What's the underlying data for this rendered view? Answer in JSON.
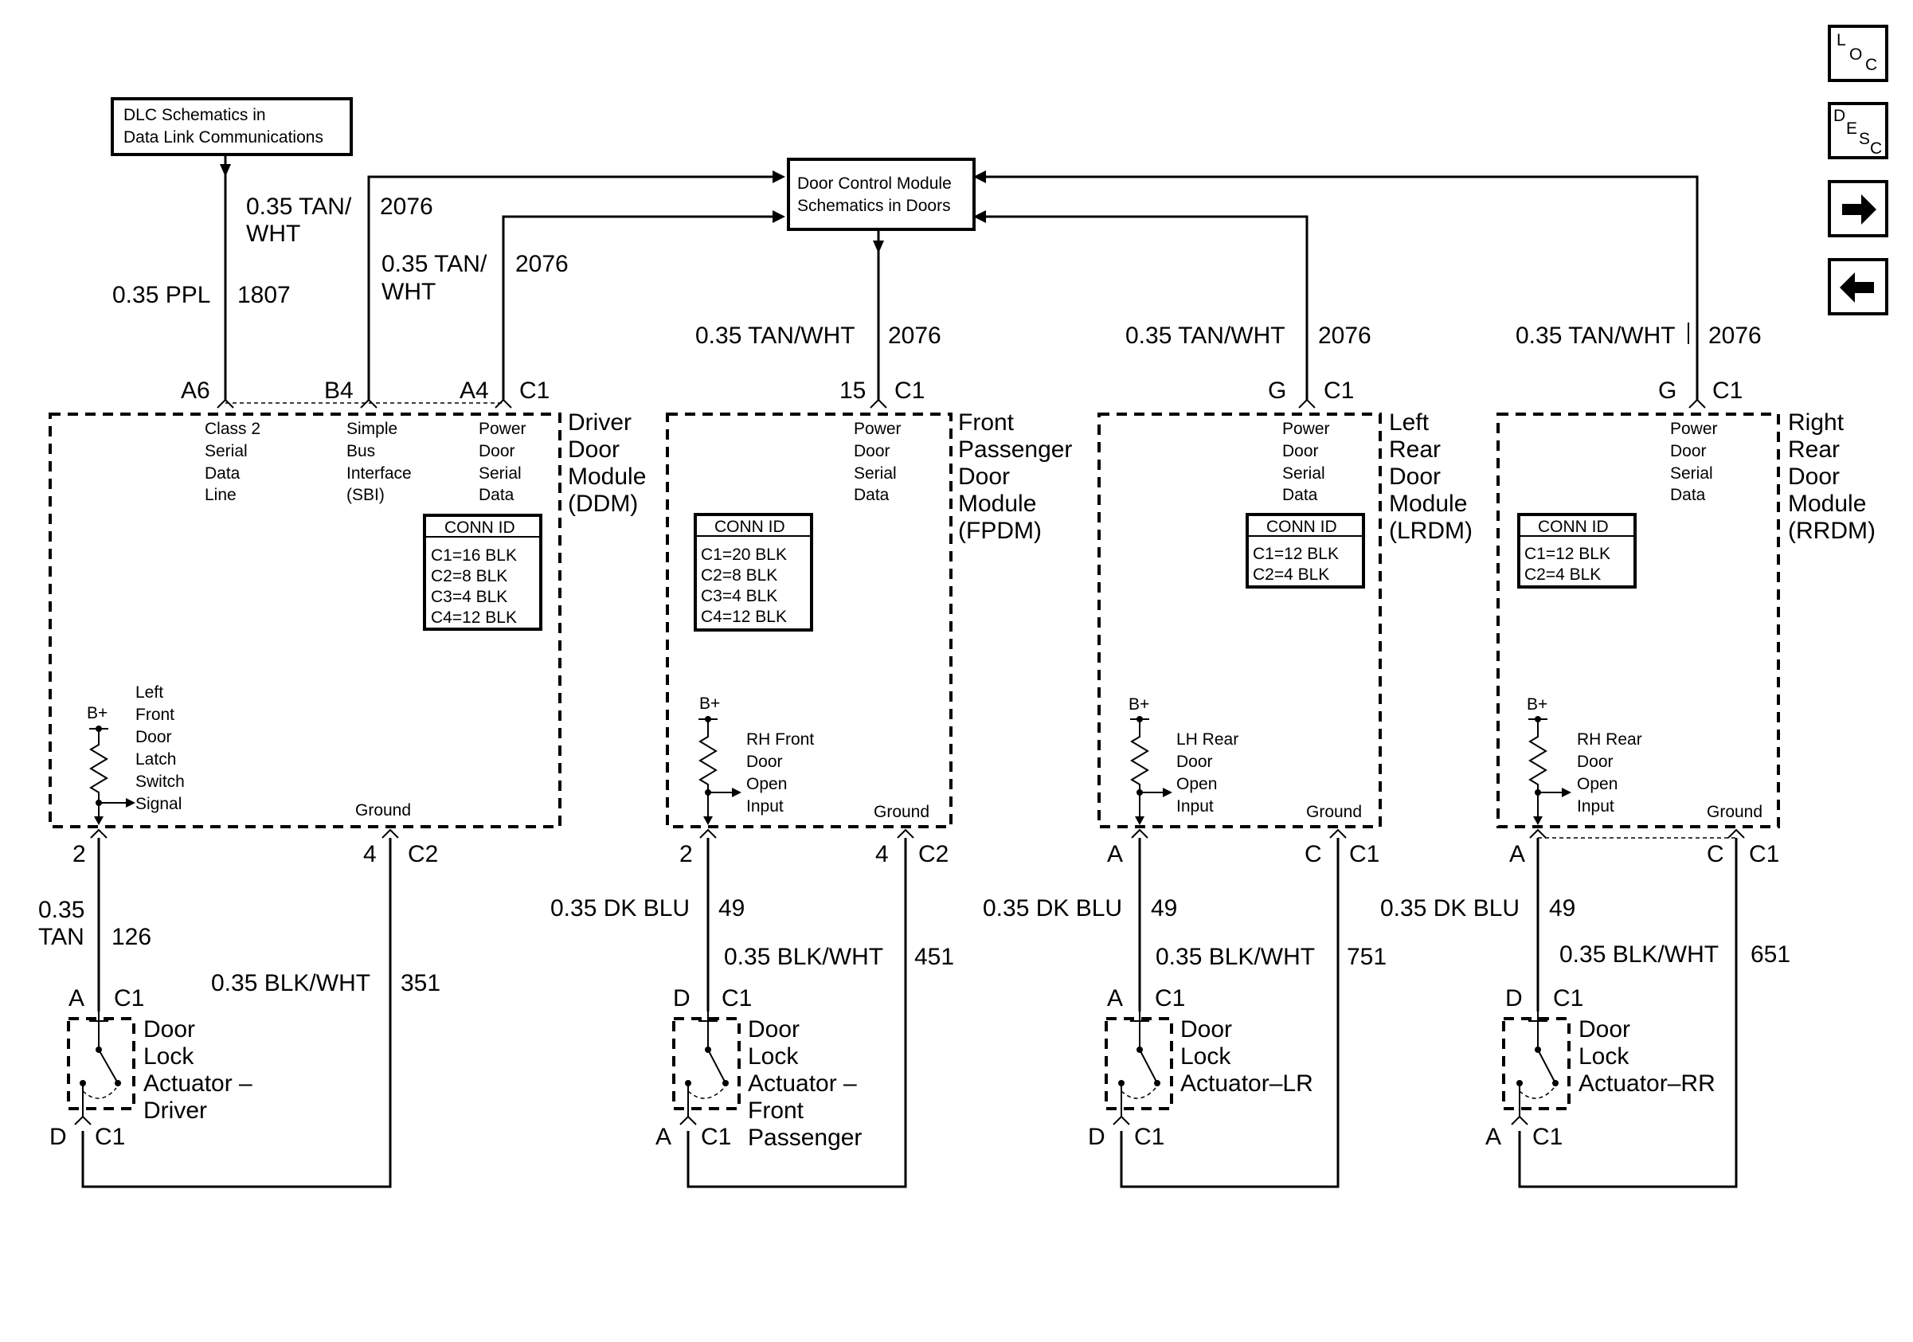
{
  "refs": {
    "dlc": [
      "DLC Schematics in",
      "Data Link Communications"
    ],
    "dcm": [
      "Door Control Module",
      "Schematics in Doors"
    ]
  },
  "nav": {
    "loc": {
      "l1": "L",
      "l2": "O",
      "l3": "C"
    },
    "desc": {
      "l1": "D",
      "l2": "E",
      "l3": "S",
      "l4": "C"
    }
  },
  "top_wires": {
    "w1807": {
      "color": "0.35 PPL",
      "circuit": "1807"
    },
    "wB4": {
      "color1": "0.35 TAN/",
      "color2": "WHT",
      "circuit": "2076"
    },
    "wA4": {
      "color1": "0.35 TAN/",
      "color2": "WHT",
      "circuit": "2076"
    },
    "wFP": {
      "color": "0.35 TAN/WHT",
      "circuit": "2076"
    },
    "wLR": {
      "color": "0.35 TAN/WHT",
      "circuit": "2076"
    },
    "wRR": {
      "color": "0.35 TAN/WHT",
      "circuit": "2076"
    }
  },
  "ddm": {
    "title": [
      "Driver",
      "Door",
      "Module",
      "(DDM)"
    ],
    "pins_top": {
      "a6": "A6",
      "b4": "B4",
      "a4": "A4",
      "conn": "C1"
    },
    "internal": {
      "class2": [
        "Class 2",
        "Serial",
        "Data",
        "Line"
      ],
      "sbi": [
        "Simple",
        "Bus",
        "Interface",
        "(SBI)"
      ],
      "pds": [
        "Power",
        "Door",
        "Serial",
        "Data"
      ]
    },
    "conn_id": {
      "header": "CONN ID",
      "rows": [
        "C1=16 BLK",
        "C2=8 BLK",
        "C3=4 BLK",
        "C4=12 BLK"
      ]
    },
    "bplus": "B+",
    "switch": [
      "Left",
      "Front",
      "Door",
      "Latch",
      "Switch",
      "Signal"
    ],
    "ground": "Ground",
    "pins_bottom": {
      "p2": "2",
      "p4": "4",
      "conn": "C2"
    },
    "signal_wire": {
      "color1": "0.35",
      "color2": "TAN",
      "circuit": "126"
    },
    "ground_wire": {
      "color": "0.35 BLK/WHT",
      "circuit": "351"
    },
    "actuator_top": {
      "pin": "A",
      "conn": "C1"
    },
    "actuator_bottom": {
      "pin": "D",
      "conn": "C1"
    },
    "actuator": [
      "Door",
      "Lock",
      "Actuator –",
      "Driver"
    ]
  },
  "fpdm": {
    "title": [
      "Front",
      "Passenger",
      "Door",
      "Module",
      "(FPDM)"
    ],
    "pins_top": {
      "pin": "15",
      "conn": "C1"
    },
    "internal": [
      "Power",
      "Door",
      "Serial",
      "Data"
    ],
    "conn_id": {
      "header": "CONN ID",
      "rows": [
        "C1=20 BLK",
        "C2=8 BLK",
        "C3=4 BLK",
        "C4=12 BLK"
      ]
    },
    "bplus": "B+",
    "switch": [
      "RH Front",
      "Door",
      "Open",
      "Input"
    ],
    "ground": "Ground",
    "pins_bottom": {
      "p1": "2",
      "p2": "4",
      "conn": "C2"
    },
    "signal_wire": {
      "color": "0.35 DK BLU",
      "circuit": "49"
    },
    "ground_wire": {
      "color": "0.35 BLK/WHT",
      "circuit": "451"
    },
    "actuator_top": {
      "pin": "D",
      "conn": "C1"
    },
    "actuator_bottom": {
      "pin": "A",
      "conn": "C1"
    },
    "actuator": [
      "Door",
      "Lock",
      "Actuator –",
      "Front",
      "Passenger"
    ]
  },
  "lrdm": {
    "title": [
      "Left",
      "Rear",
      "Door",
      "Module",
      "(LRDM)"
    ],
    "pins_top": {
      "pin": "G",
      "conn": "C1"
    },
    "internal": [
      "Power",
      "Door",
      "Serial",
      "Data"
    ],
    "conn_id": {
      "header": "CONN ID",
      "rows": [
        "C1=12 BLK",
        "C2=4 BLK"
      ]
    },
    "bplus": "B+",
    "switch": [
      "LH Rear",
      "Door",
      "Open",
      "Input"
    ],
    "ground": "Ground",
    "pins_bottom": {
      "p1": "A",
      "p2": "C",
      "conn": "C1"
    },
    "signal_wire": {
      "color": "0.35 DK BLU",
      "circuit": "49"
    },
    "ground_wire": {
      "color": "0.35 BLK/WHT",
      "circuit": "751"
    },
    "actuator_top": {
      "pin": "A",
      "conn": "C1"
    },
    "actuator_bottom": {
      "pin": "D",
      "conn": "C1"
    },
    "actuator": [
      "Door",
      "Lock",
      "Actuator–LR"
    ]
  },
  "rrdm": {
    "title": [
      "Right",
      "Rear",
      "Door",
      "Module",
      "(RRDM)"
    ],
    "pins_top": {
      "pin": "G",
      "conn": "C1"
    },
    "internal": [
      "Power",
      "Door",
      "Serial",
      "Data"
    ],
    "conn_id": {
      "header": "CONN ID",
      "rows": [
        "C1=12 BLK",
        "C2=4 BLK"
      ]
    },
    "bplus": "B+",
    "switch": [
      "RH Rear",
      "Door",
      "Open",
      "Input"
    ],
    "ground": "Ground",
    "pins_bottom": {
      "p1": "A",
      "p2": "C",
      "conn": "C1"
    },
    "signal_wire": {
      "color": "0.35 DK BLU",
      "circuit": "49"
    },
    "ground_wire": {
      "color": "0.35 BLK/WHT",
      "circuit": "651"
    },
    "actuator_top": {
      "pin": "D",
      "conn": "C1"
    },
    "actuator_bottom": {
      "pin": "A",
      "conn": "C1"
    },
    "actuator": [
      "Door",
      "Lock",
      "Actuator–RR"
    ]
  },
  "icons": {
    "next": "arrow-right-icon",
    "back": "arrow-left-icon"
  }
}
